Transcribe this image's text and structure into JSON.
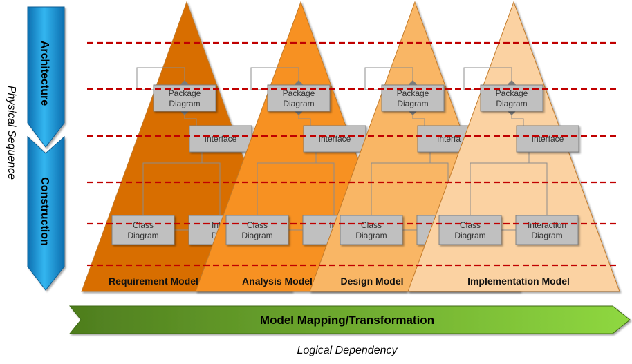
{
  "colors": {
    "requirement": "#d86e05",
    "analysis": "#f79120",
    "design": "#f9b665",
    "implementation": "#fbd2a2",
    "dashed_line": "#c00000",
    "box_fill": "#c0c0c0",
    "phase_arrow": "#1ea2e0",
    "banner_left": "#4e7d1e",
    "banner_right": "#8fd840"
  },
  "phases": {
    "architecture": "Architecture",
    "construction": "Construction"
  },
  "axis": {
    "vertical": "Physical Sequence",
    "horizontal": "Logical Dependency"
  },
  "banner": "Model Mapping/Transformation",
  "models": [
    {
      "label": "Requirement Model",
      "package_line1": "Package",
      "package_line2": "Diagram",
      "interface": "Interface",
      "left_line1": "Class",
      "left_line2": "Diagram",
      "right_line1": "Inter",
      "right_line2": "Diag"
    },
    {
      "label": "Analysis Model",
      "package_line1": "Package",
      "package_line2": "Diagram",
      "interface": "Interface",
      "left_line1": "Class",
      "left_line2": "Diagram",
      "right_line1": "Int",
      "right_line2": "D"
    },
    {
      "label": "Design Model",
      "package_line1": "Package",
      "package_line2": "Diagram",
      "interface": "Interfa",
      "left_line1": "Class",
      "left_line2": "Diagram",
      "right_line1": "I",
      "right_line2": ""
    },
    {
      "label": "Implementation Model",
      "package_line1": "Package",
      "package_line2": "Diagram",
      "interface": "Interface",
      "left_line1": "Class",
      "left_line2": "Diagram",
      "right_line1": "Interaction",
      "right_line2": "Diagram"
    }
  ]
}
